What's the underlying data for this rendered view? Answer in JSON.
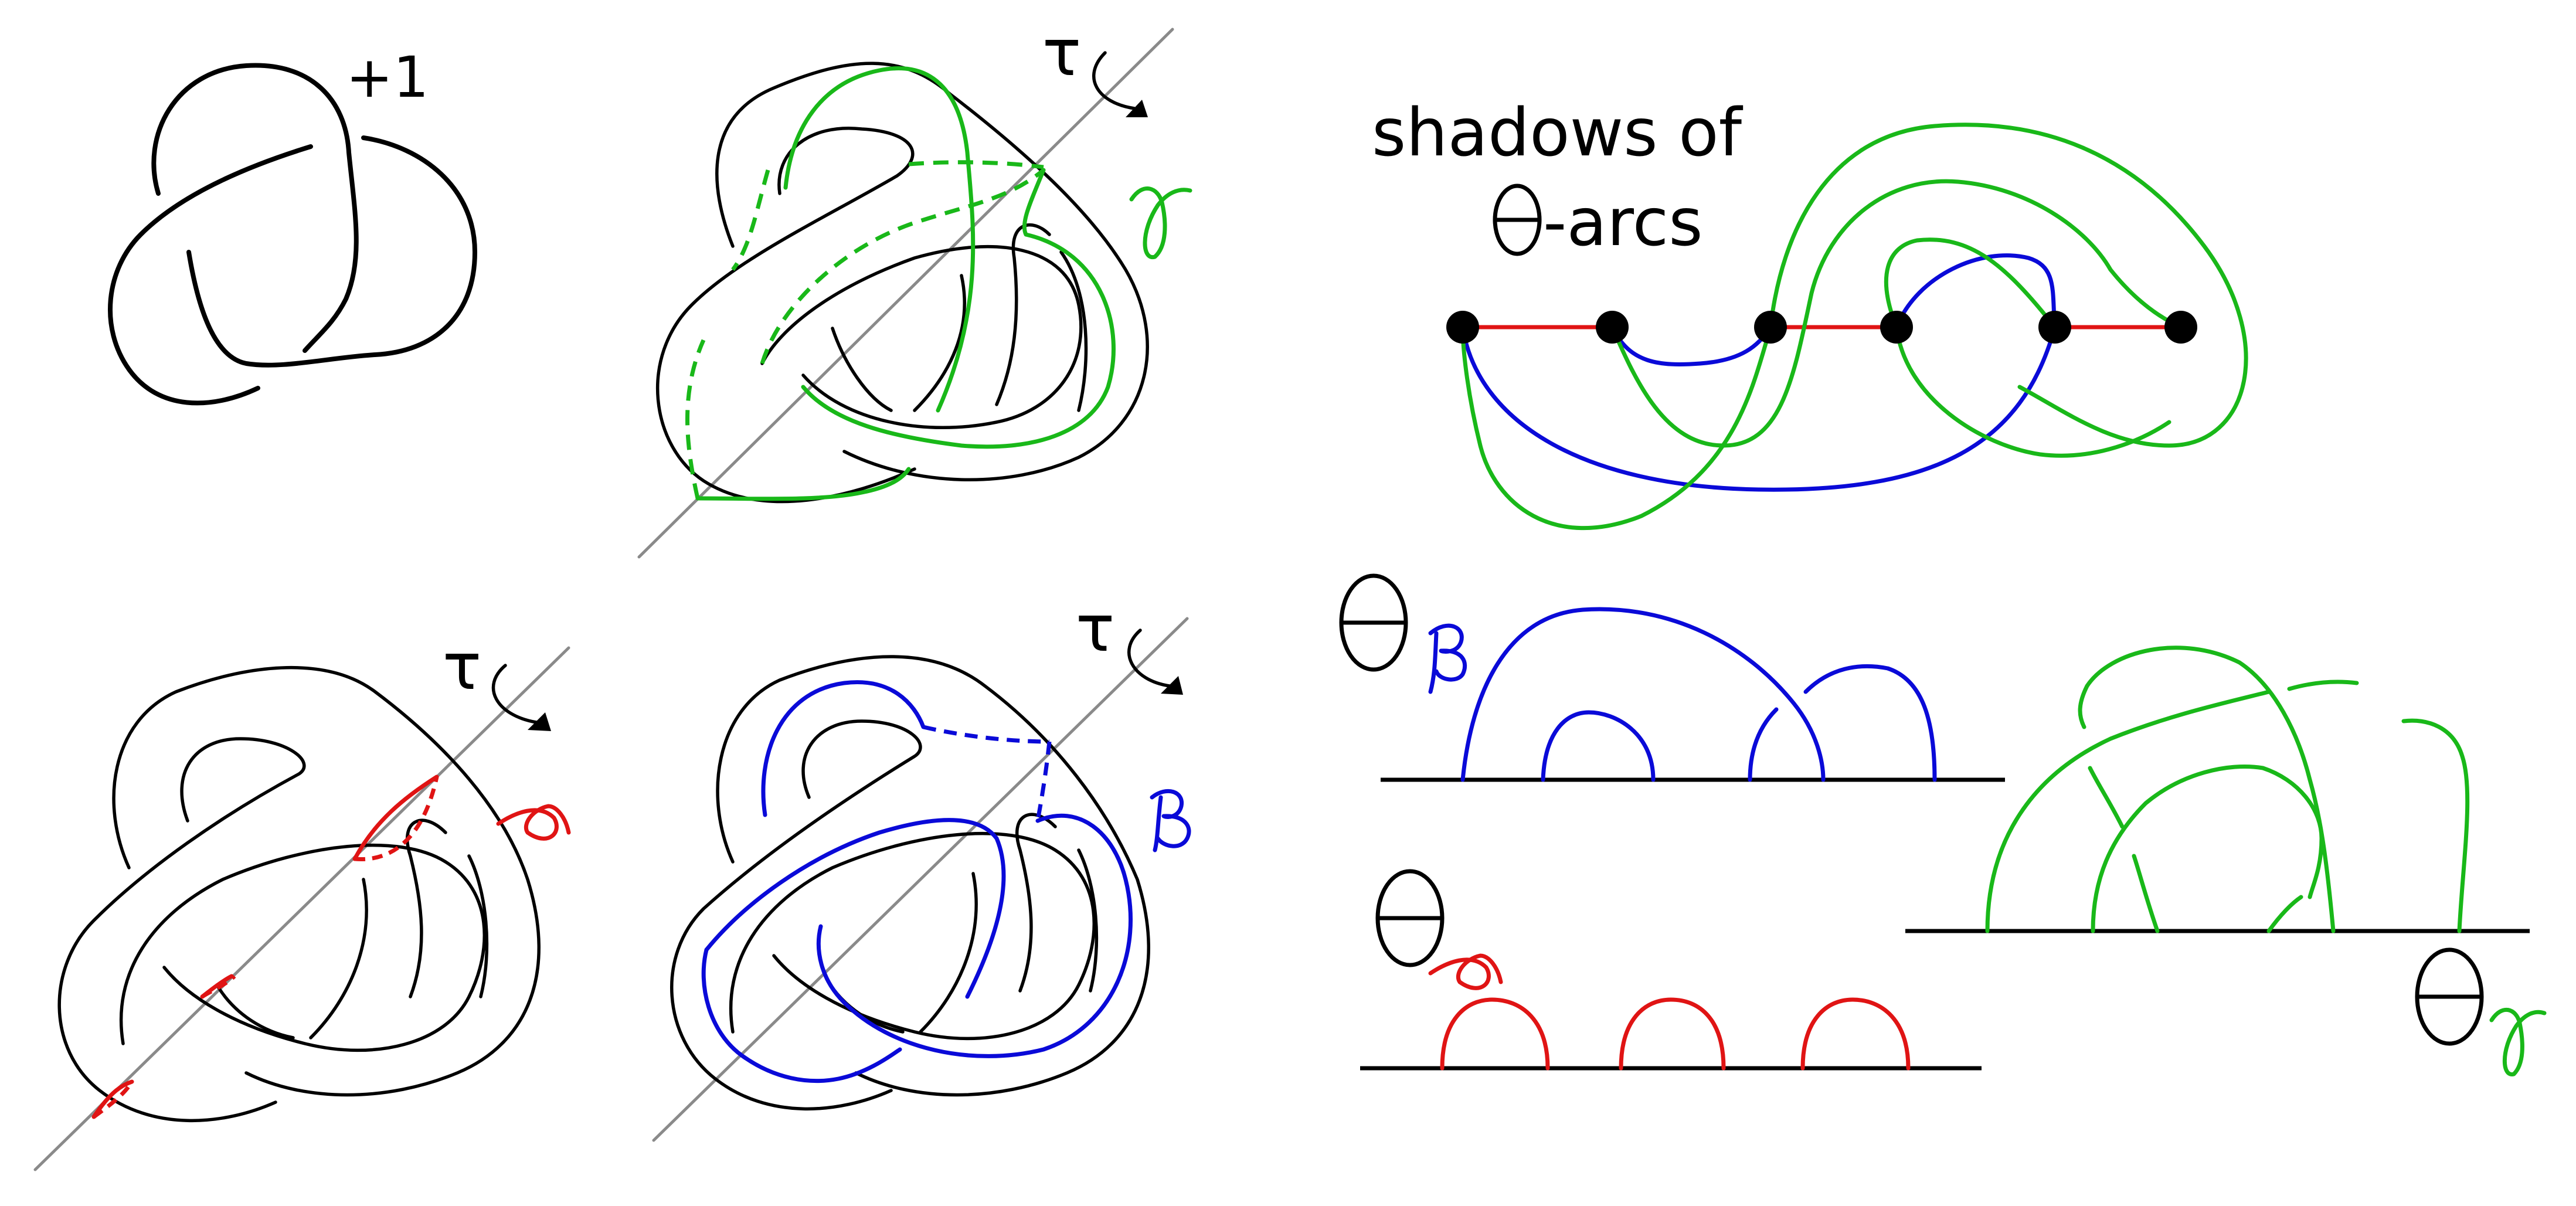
{
  "labels": {
    "framing": "+1",
    "tau": "τ",
    "shadows_line1": "shadows of",
    "shadows_line2": "-arcs"
  },
  "colors": {
    "black": "#000000",
    "axis": "#8a8a8a",
    "green": "#19b819",
    "blue": "#0a0ad8",
    "red": "#e01414"
  },
  "icons": {
    "gamma": "gamma-glyph",
    "beta": "beta-glyph",
    "alpha": "alpha-glyph",
    "theta": "theta-glyph"
  }
}
